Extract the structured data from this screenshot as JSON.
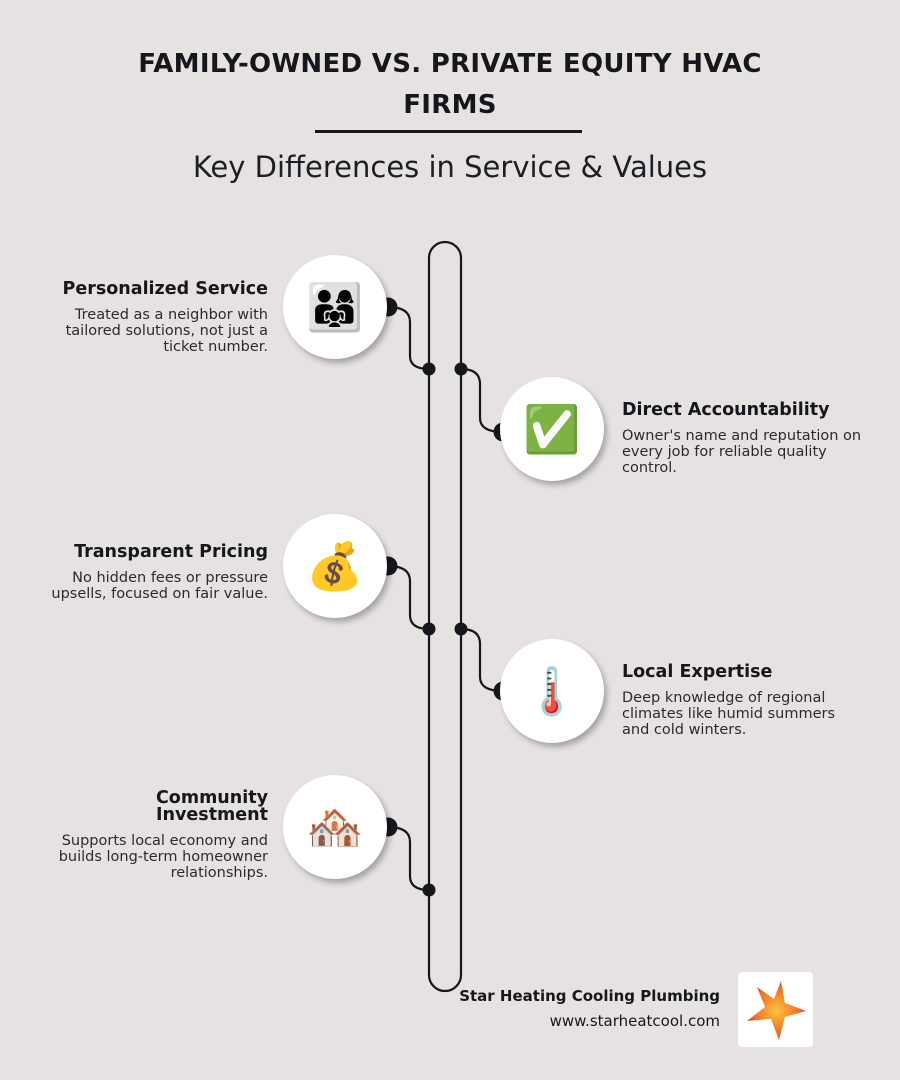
{
  "header": {
    "title": "FAMILY-OWNED VS. PRIVATE EQUITY HVAC FIRMS",
    "subtitle": "Key Differences in Service & Values"
  },
  "items": [
    {
      "title": "Personalized Service",
      "description": "Treated as a neighbor with tailored solutions, not just a ticket number.",
      "icon": "family-emoji",
      "glyph": "👨‍👩‍👧",
      "side": "left"
    },
    {
      "title": "Direct Accountability",
      "description": "Owner's name and reputation on every job for reliable quality control.",
      "icon": "check-mark-button-emoji",
      "glyph": "✅",
      "side": "right"
    },
    {
      "title": "Transparent Pricing",
      "description": "No hidden fees or pressure upsells, focused on fair value.",
      "icon": "money-bag-emoji",
      "glyph": "💰",
      "side": "left"
    },
    {
      "title": "Local Expertise",
      "description": "Deep knowledge of regional climates like humid summers and cold winters.",
      "icon": "thermometer-emoji",
      "glyph": "🌡️",
      "side": "right"
    },
    {
      "title": "Community Investment",
      "description": "Supports local economy and builds long-term homeowner relationships.",
      "icon": "houses-emoji",
      "glyph": "🏘️",
      "side": "left"
    }
  ],
  "footer": {
    "brand_name": "Star Heating Cooling Plumbing",
    "url": "www.starheatcool.com",
    "logo_icon": "star-logo",
    "logo_colors": [
      "#f7c33c",
      "#ef5a24"
    ]
  },
  "colors": {
    "background": "#e6e2e1",
    "ink": "#16161d",
    "bubble": "#ffffff"
  }
}
